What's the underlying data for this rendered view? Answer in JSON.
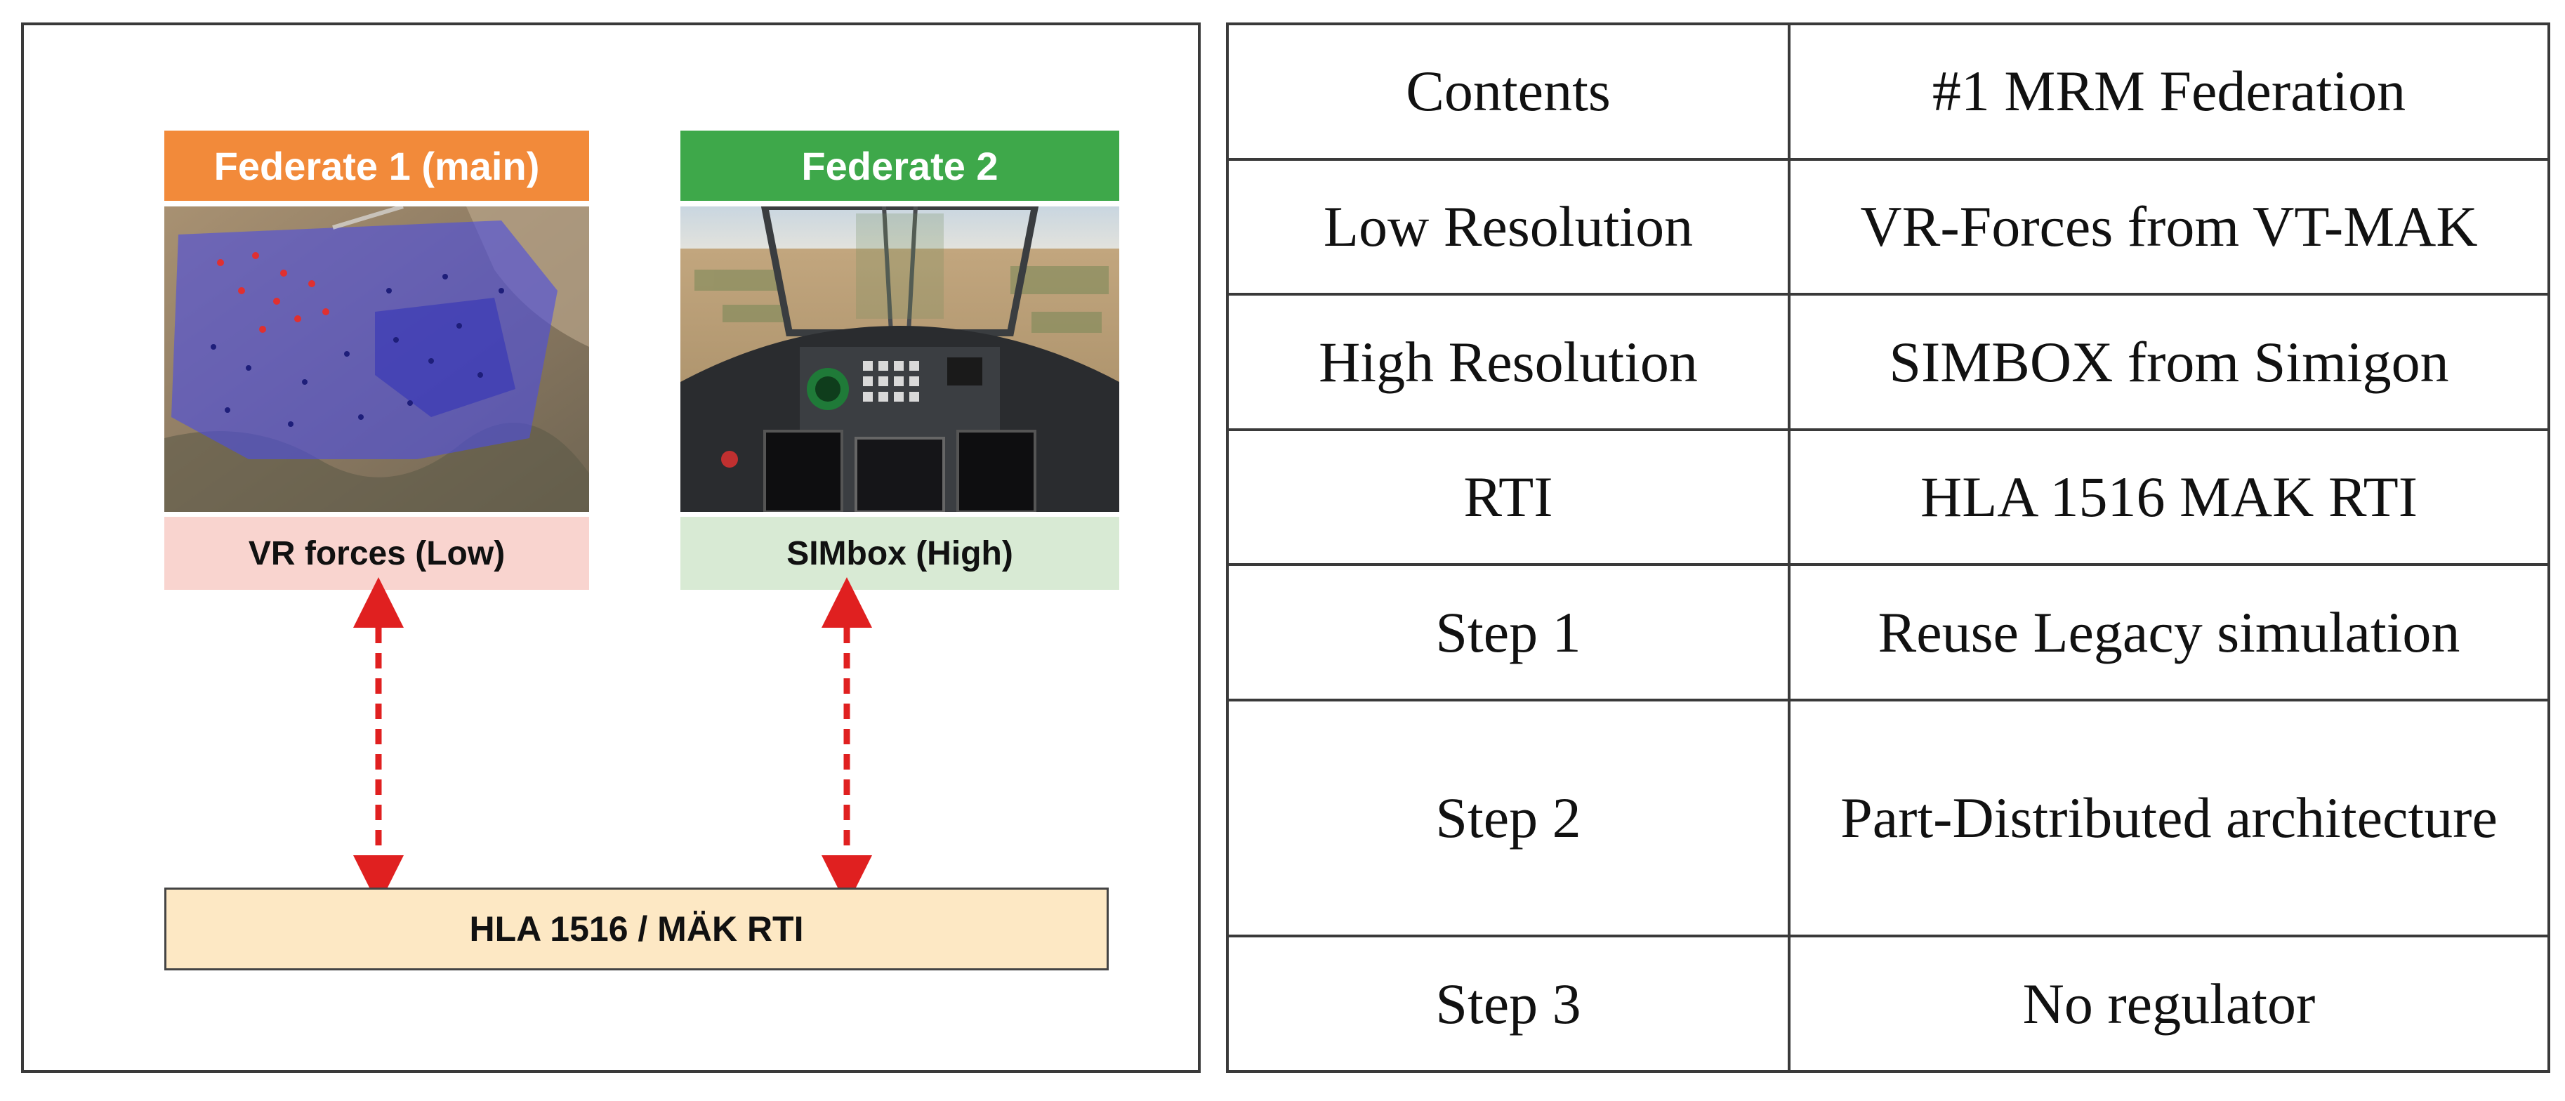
{
  "diagram": {
    "federate1": {
      "header": "Federate 1 (main)",
      "label": "VR forces (Low)",
      "header_color": "#f28a3a",
      "label_color": "#f9d4cf"
    },
    "federate2": {
      "header": "Federate 2",
      "label": "SIMbox (High)",
      "header_color": "#3ea84a",
      "label_color": "#d8ead4"
    },
    "rti_bus": {
      "label": "HLA 1516 / MÄK RTI",
      "color": "#fde8c4"
    },
    "connector_color": "#e02020"
  },
  "table": {
    "rows": [
      {
        "key": "Contents",
        "value": "#1 MRM Federation"
      },
      {
        "key": "Low Resolution",
        "value": "VR-Forces from VT-MAK"
      },
      {
        "key": "High Resolution",
        "value": "SIMBOX from Simigon"
      },
      {
        "key": "RTI",
        "value": "HLA 1516 MAK RTI"
      },
      {
        "key": "Step 1",
        "value": "Reuse Legacy simulation"
      },
      {
        "key": "Step 2",
        "value": "Part-Distributed architecture"
      },
      {
        "key": "Step 3",
        "value": "No regulator"
      }
    ]
  }
}
